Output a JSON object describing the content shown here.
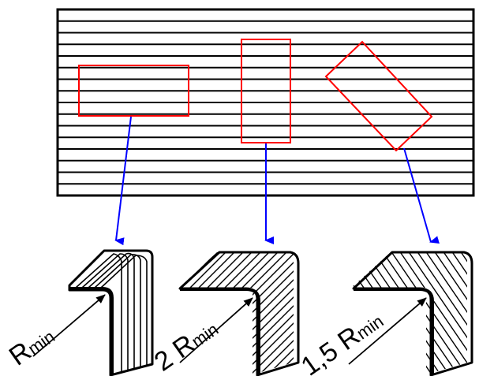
{
  "colors": {
    "lines": "#000000",
    "cut_outline": "#ff0000",
    "arrow": "#0000ff",
    "background": "#ffffff"
  },
  "cut_pieces": [
    {
      "id": "horizontal",
      "orientation": "horizontal"
    },
    {
      "id": "vertical",
      "orientation": "vertical"
    },
    {
      "id": "diagonal",
      "orientation": "diagonal"
    }
  ],
  "bent_parts": [
    {
      "id": "part-1",
      "label_prefix": "",
      "label_main": "R",
      "label_sub": "min"
    },
    {
      "id": "part-2",
      "label_prefix": "2 ",
      "label_main": "R",
      "label_sub": "min"
    },
    {
      "id": "part-3",
      "label_prefix": "1,5 ",
      "label_main": "R",
      "label_sub": "min"
    }
  ]
}
